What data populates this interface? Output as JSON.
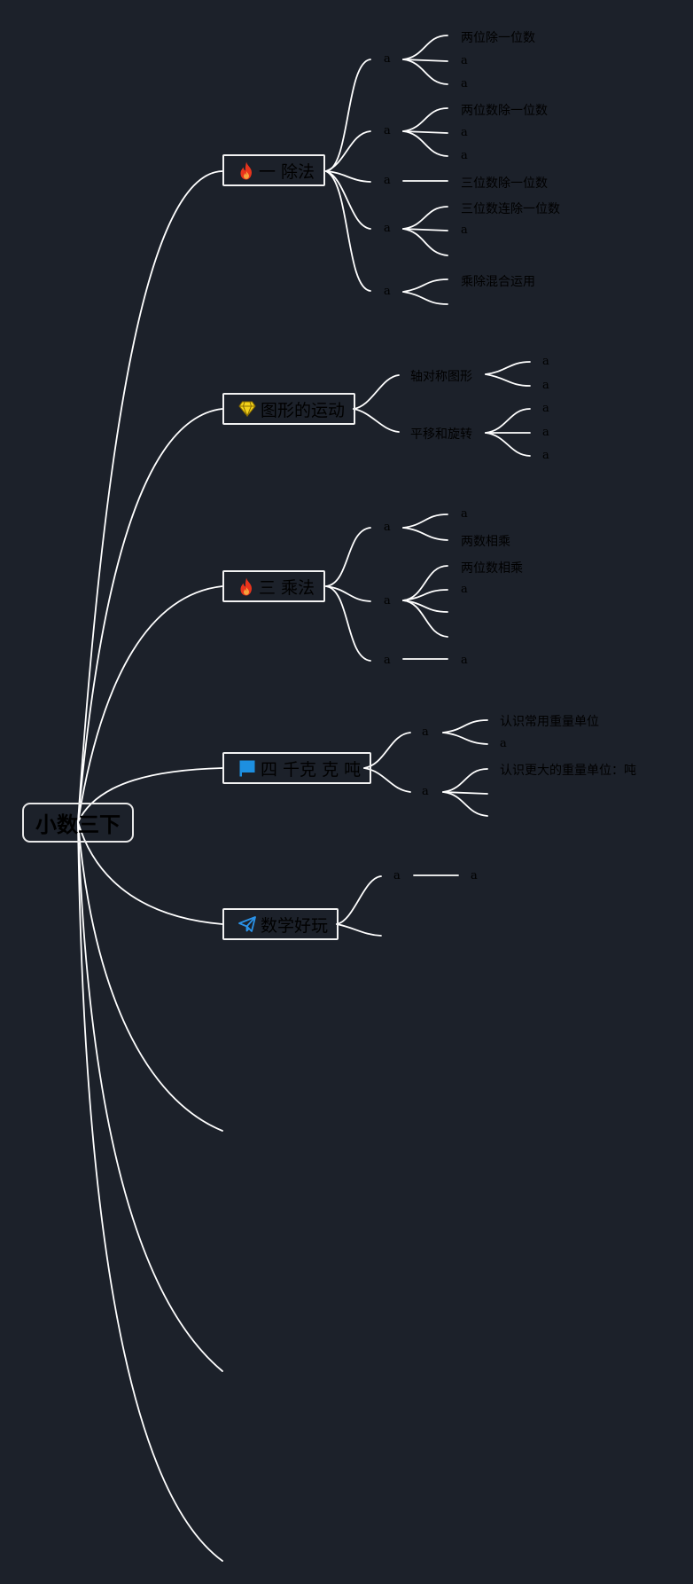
{
  "root": {
    "label": "小数三下"
  },
  "branches": [
    {
      "label": "一 除法",
      "icon": "fire-icon",
      "groups": [
        {
          "label": "a",
          "items": [
            "两位除一位数",
            "a",
            "a"
          ]
        },
        {
          "label": "a",
          "items": [
            "两位数除一位数",
            "a",
            "a"
          ]
        },
        {
          "label": "a",
          "items": [
            "三位数除一位数"
          ]
        },
        {
          "label": "a",
          "items": [
            "三位数连除一位数",
            "a",
            ""
          ]
        },
        {
          "label": "a",
          "items": [
            "乘除混合运用",
            ""
          ]
        }
      ]
    },
    {
      "label": "图形的运动",
      "icon": "diamond-icon",
      "groups": [
        {
          "label": "轴对称图形",
          "items": [
            "a",
            "a"
          ]
        },
        {
          "label": "平移和旋转",
          "items": [
            "a",
            "a",
            "a"
          ]
        }
      ]
    },
    {
      "label": "三 乘法",
      "icon": "fire-icon",
      "groups": [
        {
          "label": "a",
          "items": [
            "a",
            "两数相乘"
          ]
        },
        {
          "label": "a",
          "items": [
            "两位数相乘",
            "a",
            "",
            ""
          ]
        },
        {
          "label": "a",
          "items": [
            "a"
          ]
        }
      ]
    },
    {
      "label": "四 千克 克 吨",
      "icon": "flag-icon",
      "groups": [
        {
          "label": "a",
          "items": [
            "认识常用重量单位",
            "a"
          ]
        },
        {
          "label": "a",
          "items": [
            "认识更大的重量单位：吨",
            "",
            ""
          ]
        }
      ]
    },
    {
      "label": "数学好玩",
      "icon": "paper-plane-icon",
      "groups": [
        {
          "label": "a",
          "items": [
            "a"
          ]
        },
        {
          "label": "",
          "items": []
        }
      ]
    }
  ],
  "colors": {
    "background": "#1c212a",
    "line": "#ffffff",
    "fire": "#e8341c",
    "diamond": "#f2d21b",
    "flag": "#1d8fe0",
    "plane": "#2a92e8"
  }
}
